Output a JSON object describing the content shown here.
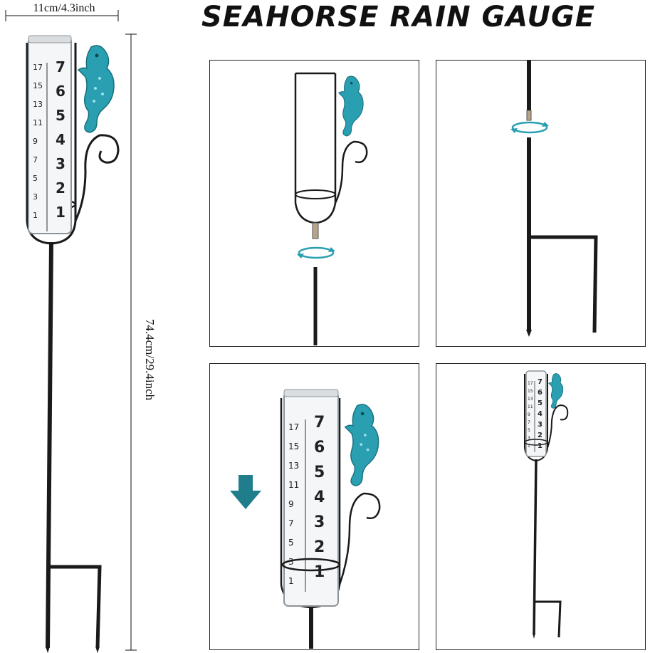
{
  "title": "SEAHORSE RAIN GAUGE",
  "dimensions": {
    "width_label": "11cm/4.3inch",
    "height_label": "74.4cm/29.4inch"
  },
  "scale": {
    "major": [
      "7",
      "6",
      "5",
      "4",
      "3",
      "2",
      "1"
    ],
    "minor": [
      "17",
      "15",
      "13",
      "11",
      "9",
      "7",
      "5",
      "3",
      "1"
    ]
  },
  "colors": {
    "seahorse": "#2a9fb1",
    "metal": "#1a1a1a",
    "arrow": "#1f7d8c"
  },
  "icons": [
    "seahorse-icon",
    "rotate-icon",
    "down-arrow-icon"
  ]
}
